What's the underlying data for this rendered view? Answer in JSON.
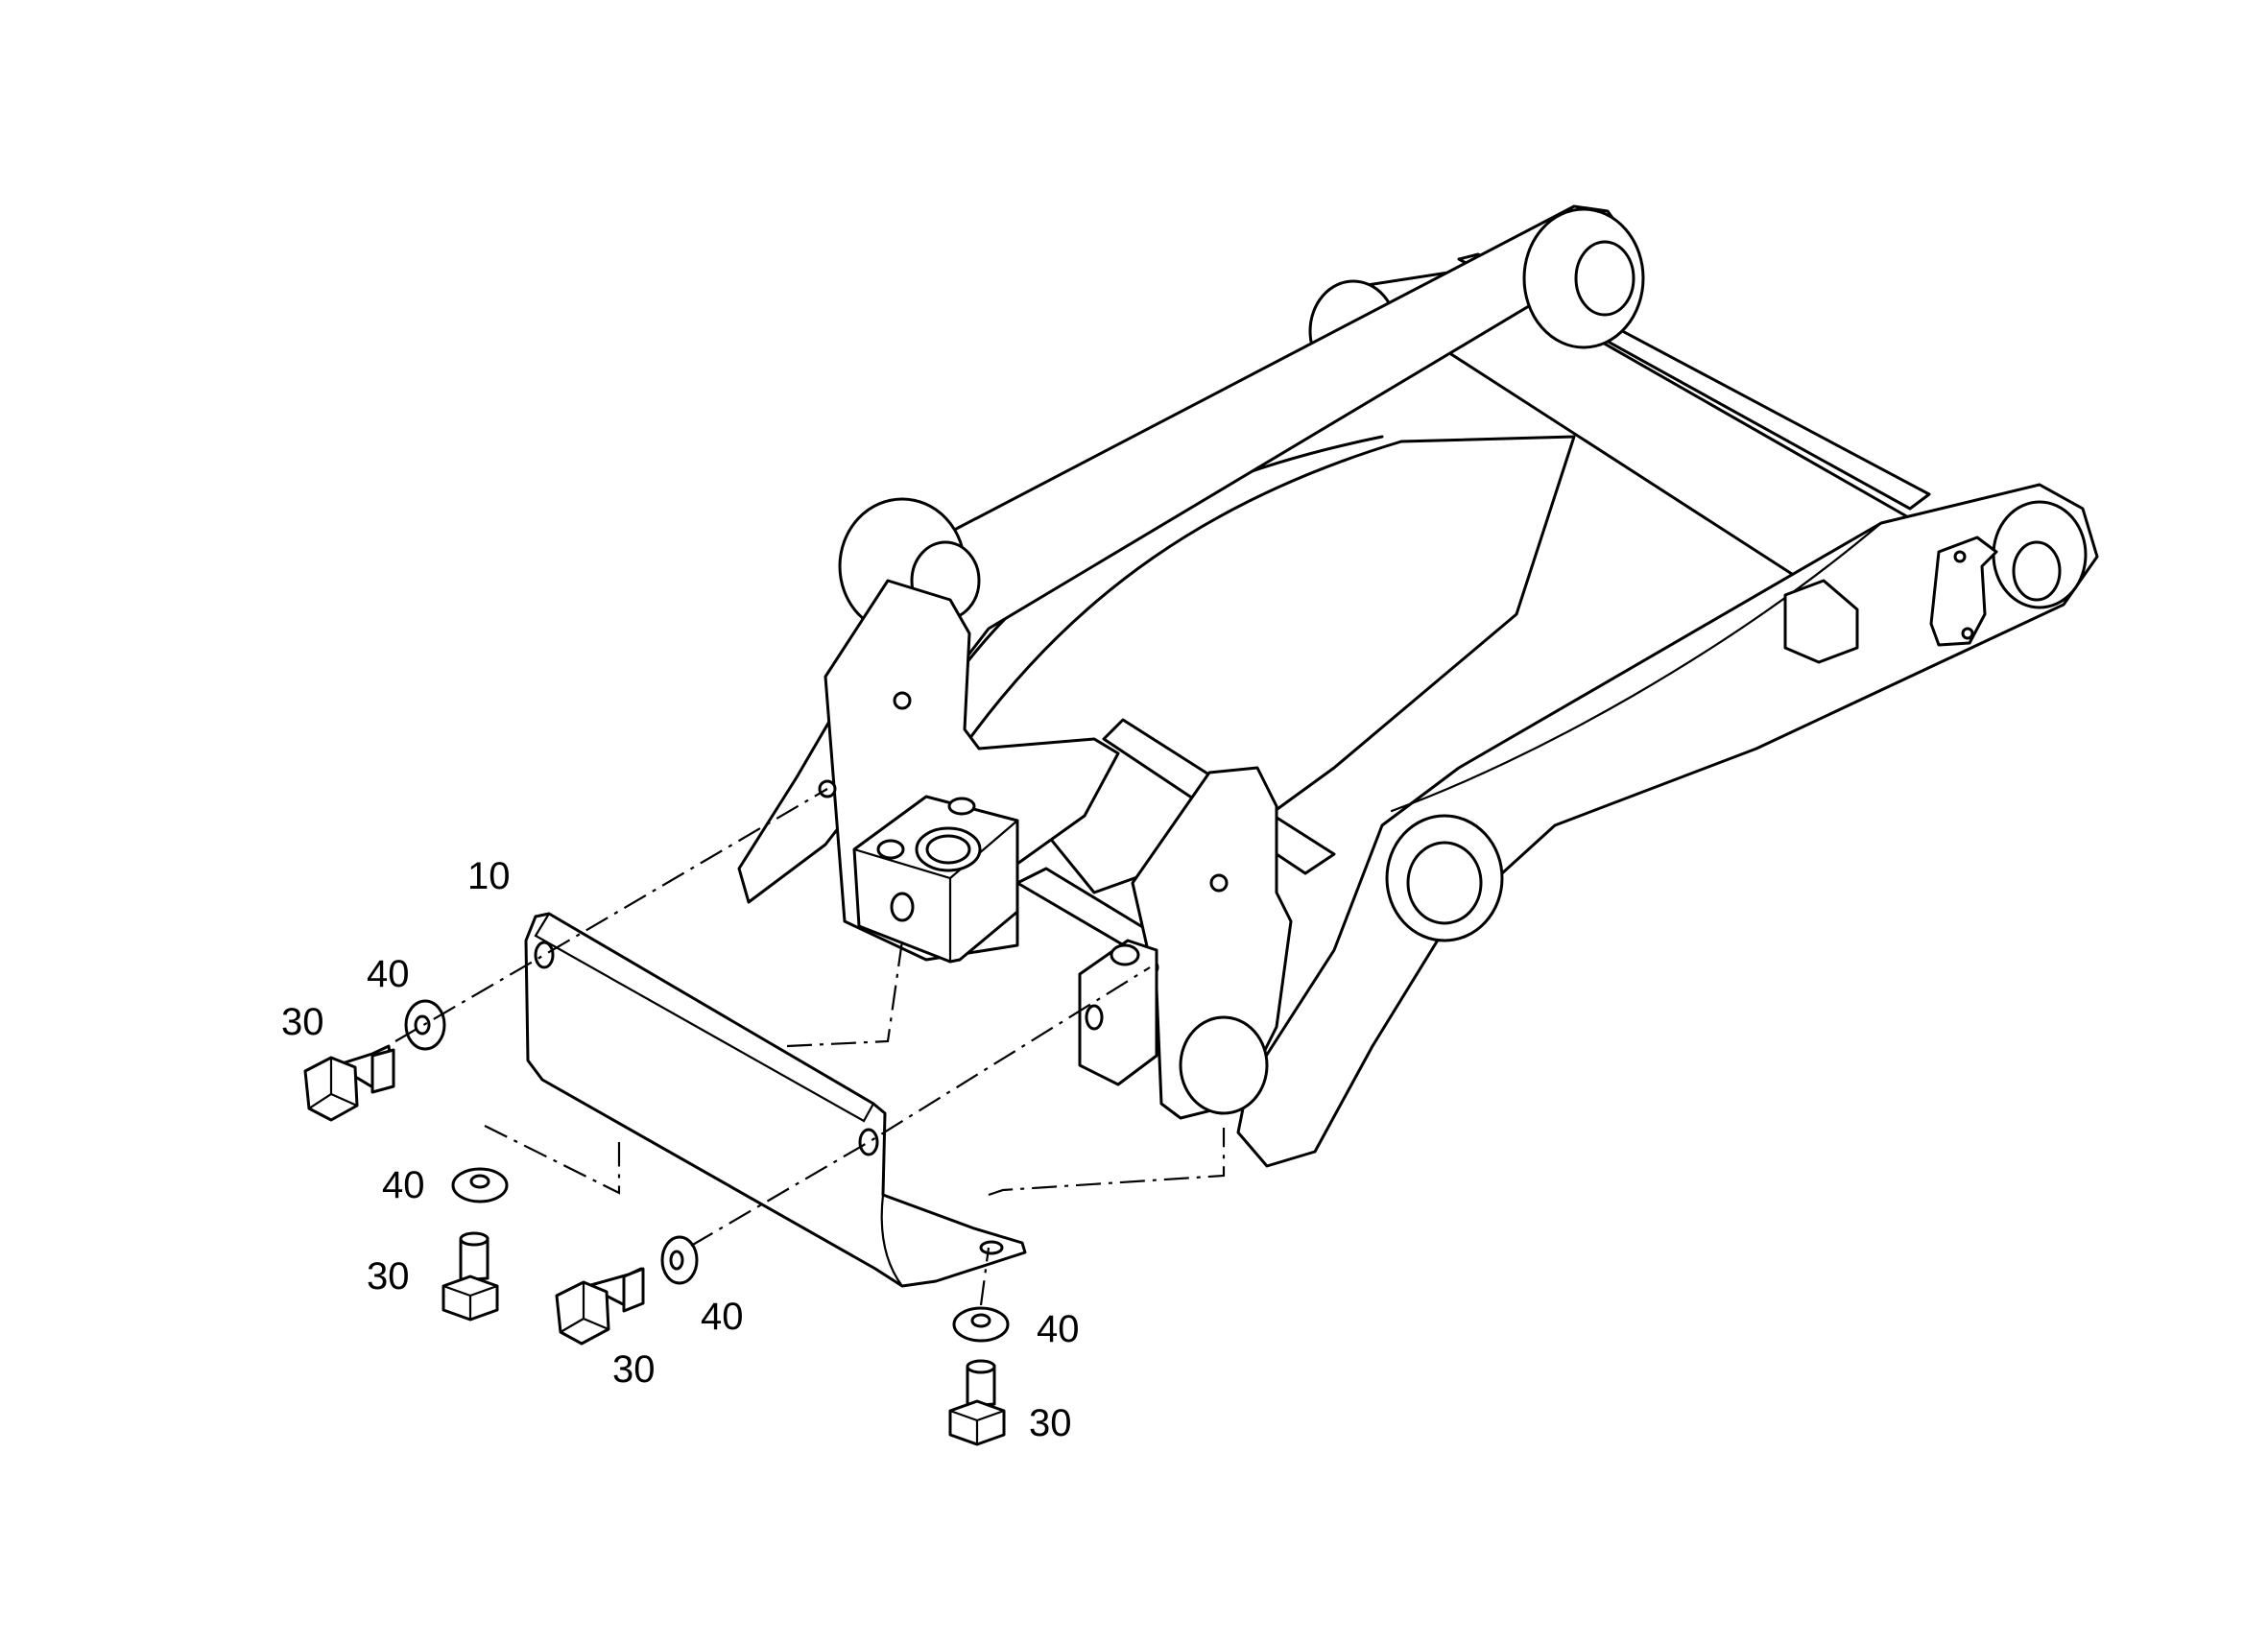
{
  "callouts": [
    {
      "name": "callout-10",
      "text": "10"
    },
    {
      "name": "callout-40-upper-left",
      "text": "40"
    },
    {
      "name": "callout-30-upper-left",
      "text": "30"
    },
    {
      "name": "callout-40-lower-left",
      "text": "40"
    },
    {
      "name": "callout-30-lower-left",
      "text": "30"
    },
    {
      "name": "callout-40-center",
      "text": "40"
    },
    {
      "name": "callout-30-center",
      "text": "30"
    },
    {
      "name": "callout-40-right",
      "text": "40"
    },
    {
      "name": "callout-30-right",
      "text": "30"
    }
  ]
}
